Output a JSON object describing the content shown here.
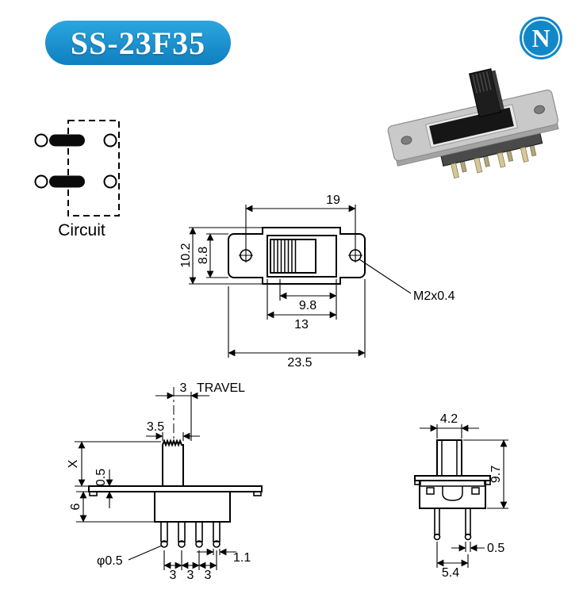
{
  "header": {
    "badge": "SS-23F35",
    "logo_letter": "N"
  },
  "colors": {
    "badge_blue": "#2ba6de",
    "badge_blue_dark": "#0f7fc0",
    "logo_blue": "#1187c8"
  },
  "circuit": {
    "label": "Circuit"
  },
  "top_view": {
    "dims": {
      "hole_pitch": "19",
      "outer_height": "10.2",
      "inner_height": "8.8",
      "slot_length": "9.8",
      "body_length": "13",
      "overall_length": "23.5",
      "thread_spec": "M2x0.4"
    }
  },
  "side_view": {
    "dims": {
      "travel": "3",
      "travel_label": "TRAVEL",
      "knob_width": "3.5",
      "knob_height": "X",
      "plate_thickness": "0.5",
      "body_height": "6",
      "pin_hole_dia": "φ0.5",
      "pin_width": "1.1",
      "pin_pitch_1": "3",
      "pin_pitch_2": "3",
      "pin_pitch_3": "3"
    }
  },
  "end_view": {
    "dims": {
      "knob_width": "4.2",
      "overall_height": "9.7",
      "pin_dia": "0.5",
      "row_pitch": "5.4"
    }
  }
}
